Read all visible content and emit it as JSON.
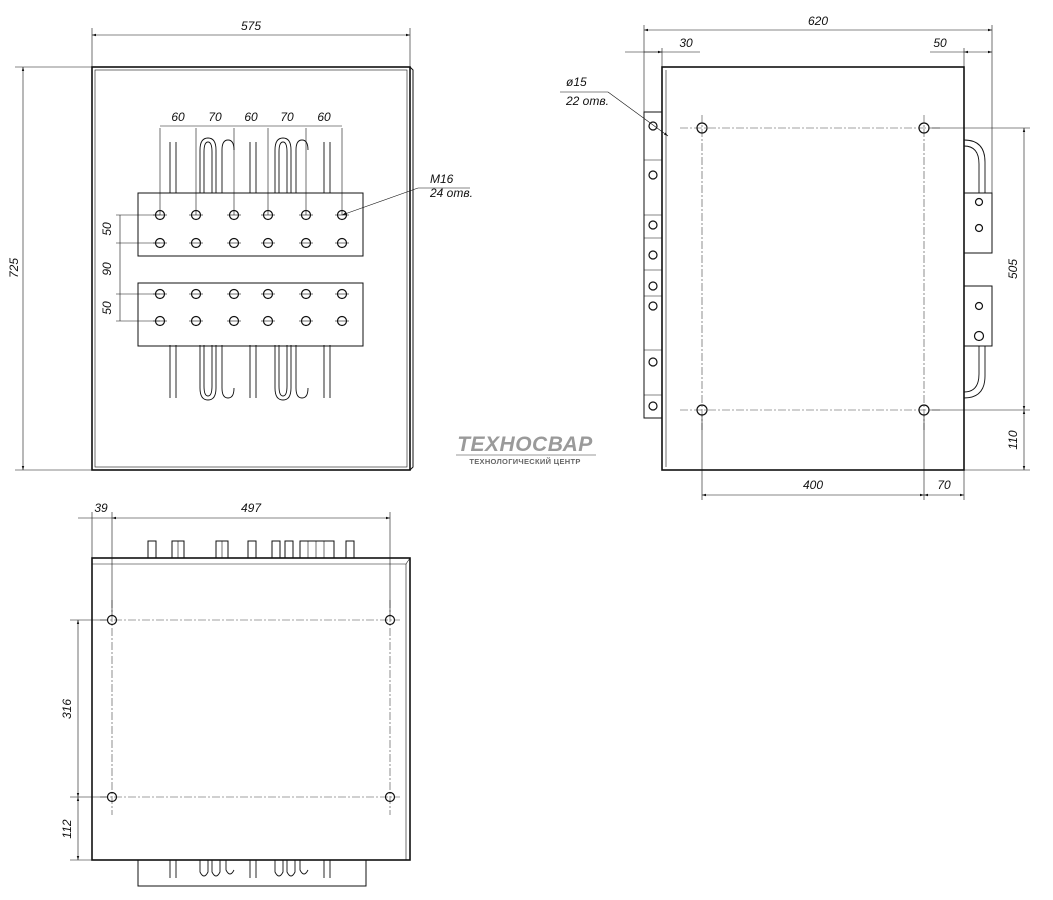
{
  "front_view": {
    "dims": {
      "width": "575",
      "height": "725",
      "pitch_1": "60",
      "pitch_2": "70",
      "pitch_3": "60",
      "pitch_4": "70",
      "pitch_5": "60",
      "row_gap_top": "50",
      "block_gap": "90",
      "row_gap_bottom": "50"
    },
    "callout": {
      "thread": "M16",
      "count": "24 отв."
    }
  },
  "side_view": {
    "dims": {
      "width": "620",
      "left_offset": "30",
      "right_offset": "50",
      "hole_spacing_h": "400",
      "right_margin": "70",
      "hole_spacing_v": "505",
      "bottom_margin": "110"
    },
    "callout": {
      "diameter": "ø15",
      "count": "22 отв."
    }
  },
  "top_view": {
    "dims": {
      "left_offset": "39",
      "hole_spacing_h": "497",
      "hole_spacing_v": "316",
      "bottom_margin": "112"
    }
  },
  "logo": {
    "main": "ТЕХНОСВАР",
    "sub": "ТЕХНОЛОГИЧЕСКИЙ ЦЕНТР"
  }
}
